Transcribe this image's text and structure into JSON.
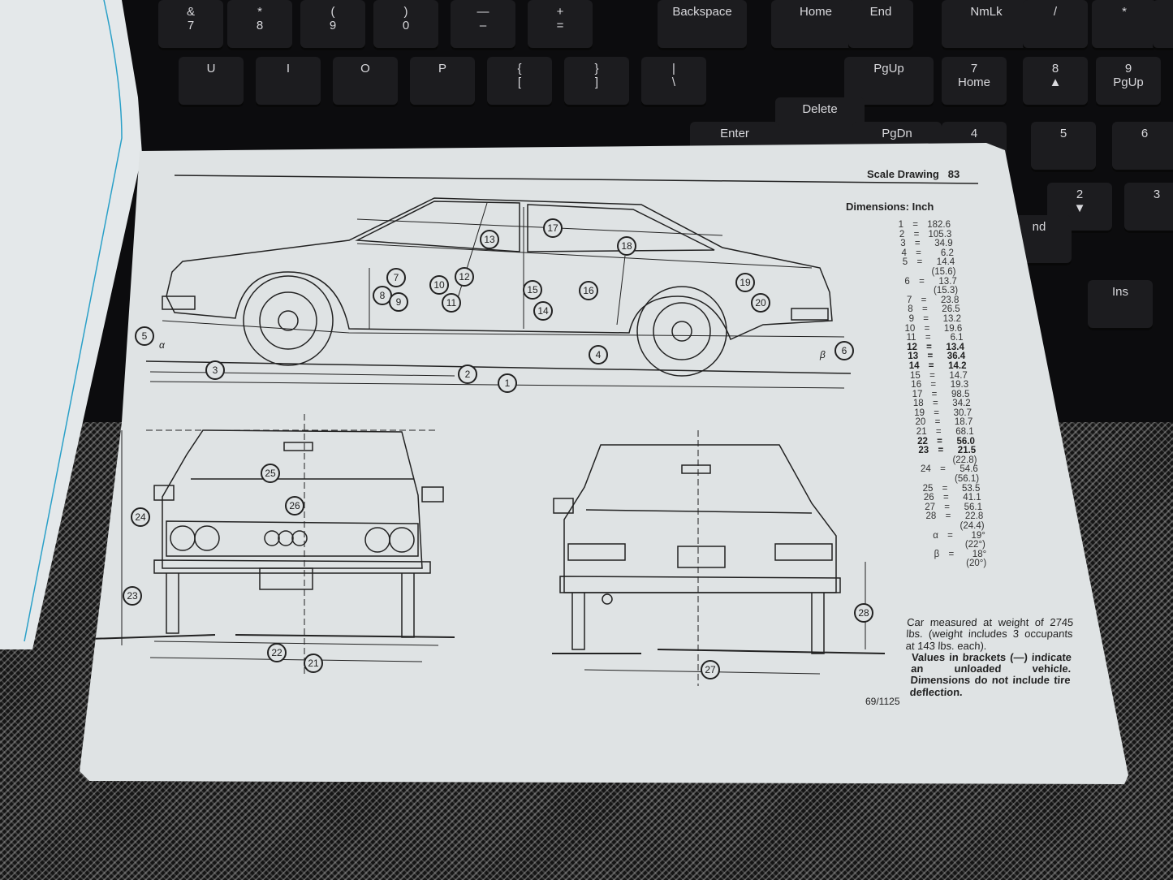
{
  "keyboard": {
    "keys": [
      {
        "top": "&",
        "bottom": "7"
      },
      {
        "top": "*",
        "bottom": "8"
      },
      {
        "top": "(",
        "bottom": "9"
      },
      {
        "top": ")",
        "bottom": "0"
      },
      {
        "top": "—",
        "bottom": "–"
      },
      {
        "top": "+",
        "bottom": "="
      },
      {
        "top": "Backspace",
        "bottom": ""
      },
      {
        "top": "Home",
        "bottom": ""
      },
      {
        "top": "End",
        "bottom": ""
      },
      {
        "top": "NmLk",
        "bottom": ""
      },
      {
        "top": "/",
        "bottom": ""
      },
      {
        "top": "*",
        "bottom": ""
      },
      {
        "top": "–",
        "bottom": ""
      },
      {
        "top": "U",
        "bottom": ""
      },
      {
        "top": "I",
        "bottom": ""
      },
      {
        "top": "O",
        "bottom": ""
      },
      {
        "top": "P",
        "bottom": ""
      },
      {
        "top": "{",
        "bottom": "["
      },
      {
        "top": "}",
        "bottom": "]"
      },
      {
        "top": "|",
        "bottom": "\\"
      },
      {
        "top": "PgUp",
        "bottom": ""
      },
      {
        "top": "7",
        "bottom": "Home"
      },
      {
        "top": "8",
        "bottom": "▲"
      },
      {
        "top": "9",
        "bottom": "PgUp"
      },
      {
        "top": "Delete",
        "bottom": ""
      },
      {
        "top": "Enter",
        "bottom": ""
      },
      {
        "top": "PgDn",
        "bottom": ""
      },
      {
        "top": "4",
        "bottom": ""
      },
      {
        "top": "5",
        "bottom": ""
      },
      {
        "top": "6",
        "bottom": ""
      },
      {
        "top": "2",
        "bottom": "▼"
      },
      {
        "top": "3",
        "bottom": ""
      },
      {
        "top": "nd",
        "bottom": ""
      },
      {
        "top": "Ins",
        "bottom": ""
      }
    ]
  },
  "page": {
    "header": "Scale Drawing",
    "page_number": "83",
    "dimensions_title": "Dimensions: Inch",
    "dimensions": [
      {
        "n": "1",
        "v": "182.6"
      },
      {
        "n": "2",
        "v": "105.3"
      },
      {
        "n": "3",
        "v": "34.9"
      },
      {
        "n": "4",
        "v": "6.2"
      },
      {
        "n": "5",
        "v": "14.4"
      },
      {
        "n": "",
        "v": "(15.6)"
      },
      {
        "n": "6",
        "v": "13.7"
      },
      {
        "n": "",
        "v": "(15.3)"
      },
      {
        "n": "7",
        "v": "23.8"
      },
      {
        "n": "8",
        "v": "26.5"
      },
      {
        "n": "9",
        "v": "13.2"
      },
      {
        "n": "10",
        "v": "19.6"
      },
      {
        "n": "11",
        "v": "6.1"
      },
      {
        "n": "12",
        "v": "13.4",
        "bold": true
      },
      {
        "n": "13",
        "v": "36.4",
        "bold": true
      },
      {
        "n": "14",
        "v": "14.2",
        "bold": true
      },
      {
        "n": "15",
        "v": "14.7"
      },
      {
        "n": "16",
        "v": "19.3"
      },
      {
        "n": "17",
        "v": "98.5"
      },
      {
        "n": "18",
        "v": "34.2"
      },
      {
        "n": "19",
        "v": "30.7"
      },
      {
        "n": "20",
        "v": "18.7"
      },
      {
        "n": "21",
        "v": "68.1"
      },
      {
        "n": "22",
        "v": "56.0",
        "bold": true
      },
      {
        "n": "23",
        "v": "21.5",
        "bold": true
      },
      {
        "n": "",
        "v": "(22.8)"
      },
      {
        "n": "24",
        "v": "54.6"
      },
      {
        "n": "",
        "v": "(56.1)"
      },
      {
        "n": "25",
        "v": "53.5"
      },
      {
        "n": "26",
        "v": "41.1"
      },
      {
        "n": "27",
        "v": "56.1"
      },
      {
        "n": "28",
        "v": "22.8"
      },
      {
        "n": "",
        "v": "(24.4)"
      },
      {
        "n": "α",
        "v": "19° (22°)"
      },
      {
        "n": "β",
        "v": "18° (20°)"
      }
    ],
    "note_1": "Car measured at weight of 2745 lbs. (weight includes 3 occupants at 143 lbs. each).",
    "note_2": "Values in brackets (—) indicate an unloaded vehicle. Dimensions do not include tire deflection.",
    "code": "69/1125",
    "callouts": [
      "1",
      "2",
      "3",
      "4",
      "5",
      "6",
      "7",
      "8",
      "9",
      "10",
      "11",
      "12",
      "13",
      "14",
      "15",
      "16",
      "17",
      "18",
      "19",
      "20",
      "21",
      "22",
      "23",
      "24",
      "25",
      "26",
      "27",
      "28"
    ],
    "angle_alpha": "α",
    "angle_beta": "β"
  },
  "colors": {
    "paper": "#dfe3e4",
    "ink": "#222222",
    "keyboard": "#0c0c0e"
  }
}
